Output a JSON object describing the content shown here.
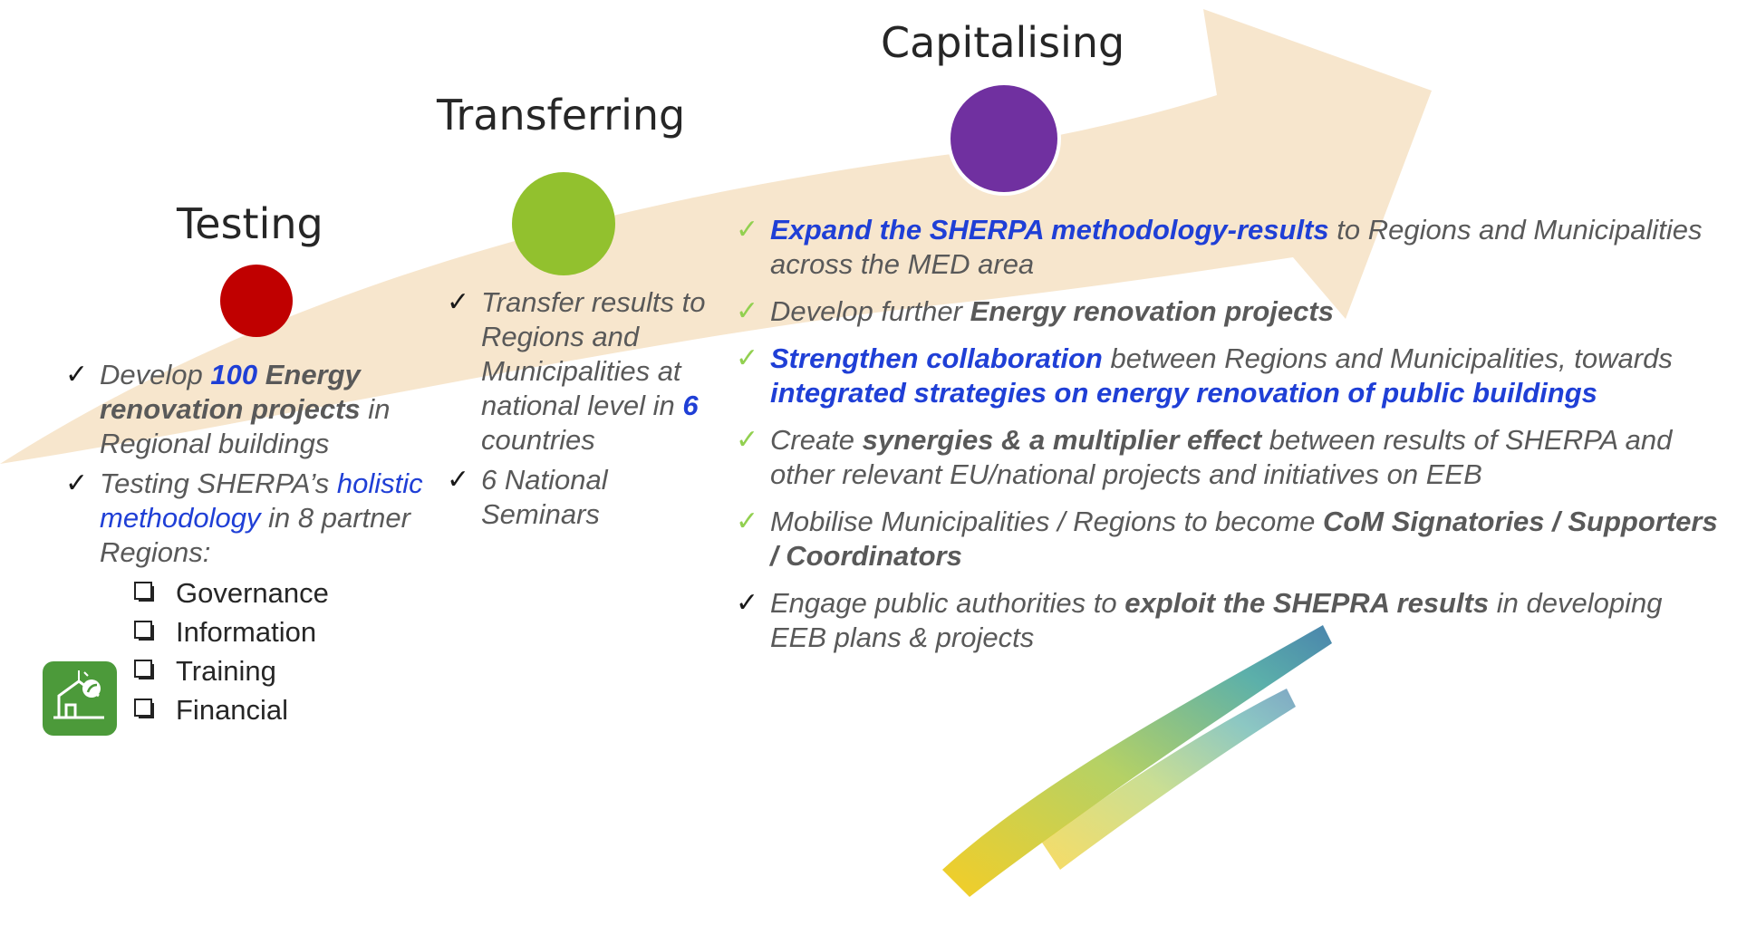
{
  "stages": {
    "testing": {
      "title": "Testing",
      "color": "#c00000"
    },
    "transferring": {
      "title": "Transferring",
      "color": "#92c12e"
    },
    "capitalising": {
      "title": "Capitalising",
      "color": "#7030a0"
    }
  },
  "colors": {
    "arrow": "#f7e6cd",
    "accent_blue": "#1f3fd6",
    "check_green": "#92d050"
  },
  "testing_items": {
    "i1": {
      "a": "Develop ",
      "b": "100",
      "c": " Energy renovation projects",
      "d": " in Regional buildings"
    },
    "i2": {
      "a": "Testing SHERPA’s ",
      "b": "holistic methodology",
      "c": " in 8 partner Regions:"
    },
    "sub": [
      "Governance",
      "Information",
      "Training",
      "Financial"
    ]
  },
  "transferring_items": {
    "i1": {
      "a": "Transfer results to Regions and Municipalities at national level in ",
      "b": "6",
      "c": " countries"
    },
    "i2": "6 National Seminars"
  },
  "capitalising_items": {
    "i1": {
      "a": "Expand the SHERPA methodology-results",
      "b": " to Regions and Municipalities across the MED area"
    },
    "i2": {
      "a": "Develop further ",
      "b": "Energy renovation projects"
    },
    "i3": {
      "a": "Strengthen collaboration",
      "b": " between Regions and Municipalities, towards ",
      "c": "integrated strategies on energy renovation of public buildings"
    },
    "i4": {
      "a": "Create ",
      "b": "synergies & a multiplier effect",
      "c": " between results of SHERPA and other relevant EU/national projects and initiatives on EEB"
    },
    "i5": {
      "a": "Mobilise Municipalities / Regions to become ",
      "b": "CoM Signatories / Supporters / Coordinators"
    },
    "i6": {
      "a": "Engage public authorities to ",
      "b": "exploit the SHEPRA results",
      "c": " in developing EEB plans & projects"
    }
  },
  "icons": {
    "logo": "building-leaf-logo-icon",
    "brush": "brush-stroke-decoration"
  }
}
